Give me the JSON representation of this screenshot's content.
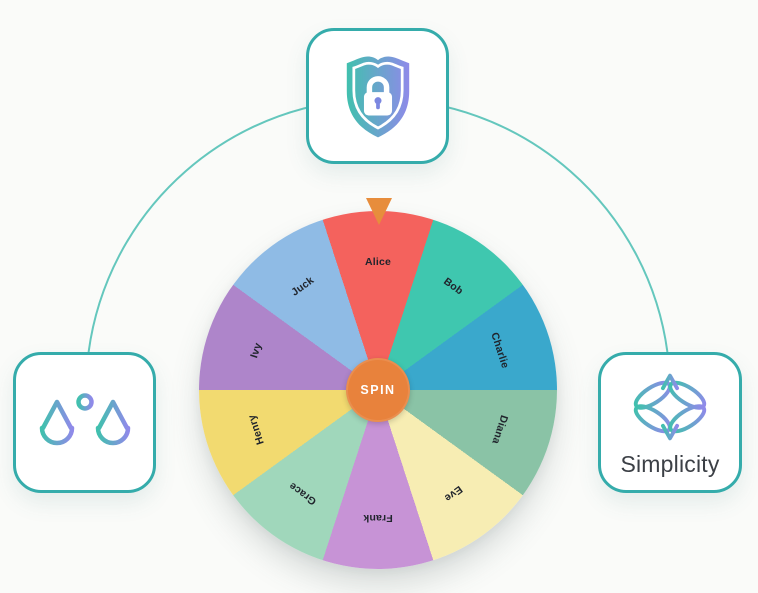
{
  "page": {
    "background": "#fafbf9"
  },
  "arc": {
    "color": "#49bdb3"
  },
  "icons": {
    "gradient": [
      "#41c0ae",
      "#8f8ae9"
    ]
  },
  "cards": {
    "security": {
      "icon": "shield-lock-icon",
      "border_color": "#35acab"
    },
    "balance": {
      "icon": "balance-scale-icon",
      "border_color": "#35acab"
    },
    "simplicity": {
      "icon": "x-mark-icon",
      "border_color": "#35acab",
      "label": "Simplicity",
      "label_color": "#3c4046"
    }
  },
  "wheel": {
    "spin_label": "SPIN",
    "spin_button_color": "#e8823c",
    "pointer_color": "#e78d3c",
    "label_color": "#20242c",
    "segments": [
      {
        "name": "Alice",
        "color": "#f4625d"
      },
      {
        "name": "Bob",
        "color": "#3fc7af"
      },
      {
        "name": "Charlie",
        "color": "#3aa8cc"
      },
      {
        "name": "Diana",
        "color": "#8ac3a6"
      },
      {
        "name": "Eve",
        "color": "#f7edb3"
      },
      {
        "name": "Frank",
        "color": "#c793d6"
      },
      {
        "name": "Grace",
        "color": "#a0d7bb"
      },
      {
        "name": "Henry",
        "color": "#f2da70"
      },
      {
        "name": "Ivy",
        "color": "#ae85ca"
      },
      {
        "name": "Juck",
        "color": "#8fbbe5"
      }
    ]
  }
}
